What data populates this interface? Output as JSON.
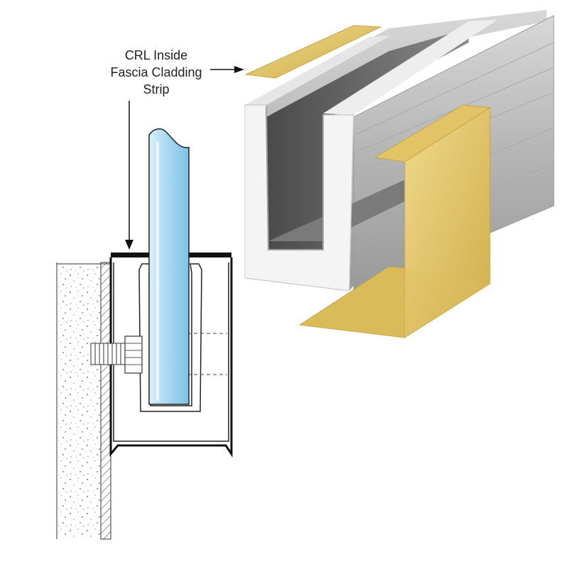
{
  "callout": {
    "lines": [
      "CRL Inside",
      "Fascia Cladding",
      "Strip"
    ]
  },
  "colors": {
    "gold": "#d9bb5a",
    "gold_light": "#ecd27a",
    "aluminum": "#c9c9c9",
    "aluminum_dark": "#6f6f6f",
    "glass": "#b8e0f5",
    "outline": "#1a1a1a"
  }
}
